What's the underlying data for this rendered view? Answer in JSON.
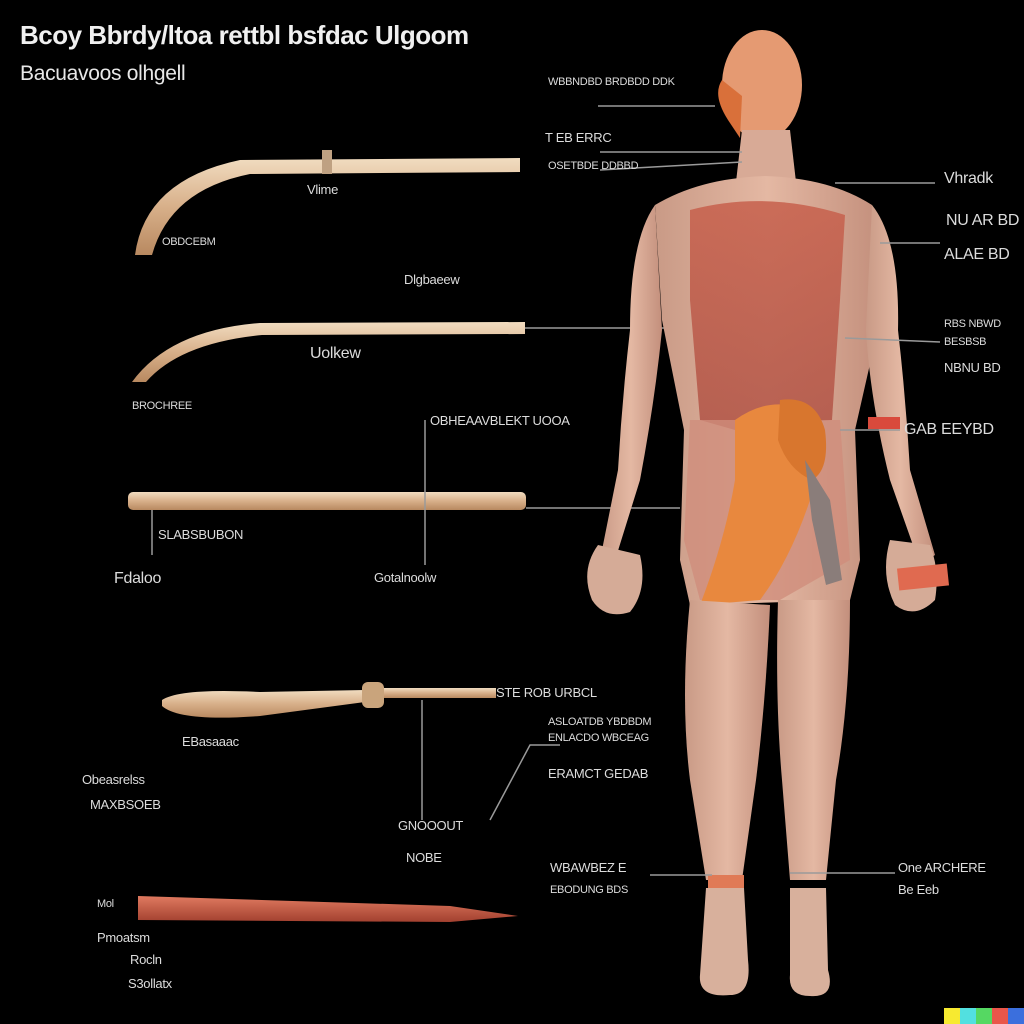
{
  "diagram": {
    "title": "Bcoy Bbrdy/ltoa rettbl bsfdac Ulgoom",
    "subtitle": "Bacuavoos olhgell"
  },
  "tools": [
    {
      "labels": [
        "Vlime",
        "OBDCEBM"
      ]
    },
    {
      "labels": [
        "Dlgbaeew",
        "Uolkew",
        "BROCHREE"
      ]
    },
    {
      "labels": [
        "OBHEAAVBLEKT UOOA",
        "SLABSBUBON",
        "Fdaloo",
        "Gotalnoolw"
      ]
    },
    {
      "labels": [
        "STE ROB URBCL",
        "EBasaaac",
        "Obeasrelss",
        "MAXBSOEB"
      ]
    },
    {
      "labels": [
        "Mol",
        "Pmoatsm",
        "Rocln",
        "S3ollatx"
      ]
    }
  ],
  "leaders": [
    "WBBNDBD BRDBDD DDK",
    "T EB ERRC",
    "OSETBDE DDBBD",
    "ASLOATDB YBDBDM",
    "ENLACDO WBCEAG",
    "ERAMCT GEDAB",
    "GNOOOUT",
    "NOBE",
    "WBAWBEZ E",
    "EBODUNG BDS"
  ],
  "right_labels": [
    "Vhradk",
    "NU AR BD",
    "ALAE BD",
    "RBS NBWD",
    "BESBSB",
    "NBNU BD",
    "GAB EEYBD",
    "One ARCHERE",
    "Be Eeb"
  ],
  "brand_colors": [
    "#f7ea30",
    "#52e0e0",
    "#55d862",
    "#e9564a",
    "#3b6fdd"
  ]
}
